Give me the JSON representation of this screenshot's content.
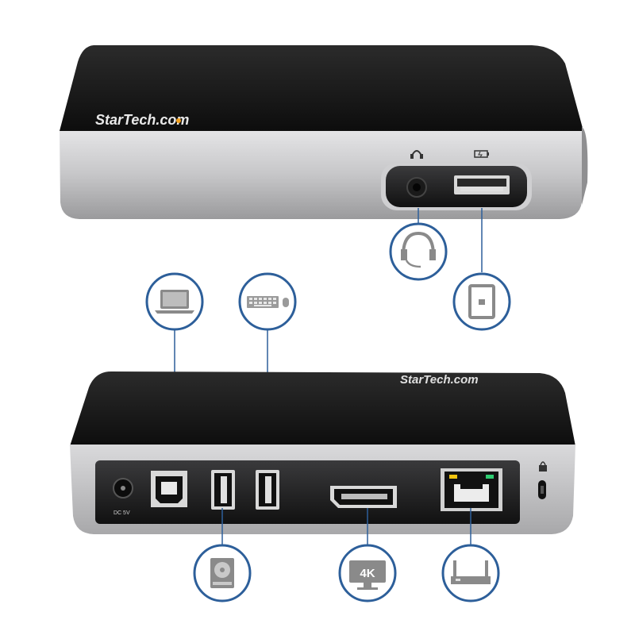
{
  "brand": {
    "logo_text": "StarTech.com"
  },
  "front_panel": {
    "audio_port_icon": "headset-icon",
    "usb_charge_port_icon": "battery-charge-icon"
  },
  "rear_panel": {
    "power_label_line1": "DC 5V",
    "lock_icon": "lock-icon"
  },
  "callouts": [
    {
      "icon": "headset-icon"
    },
    {
      "icon": "tablet-icon"
    },
    {
      "icon": "laptop-icon"
    },
    {
      "icon": "keyboard-mouse-icon"
    },
    {
      "icon": "hard-drive-icon"
    },
    {
      "icon": "monitor-4k-icon",
      "label": "4K"
    },
    {
      "icon": "network-router-icon"
    }
  ],
  "colors": {
    "device_top": "#1a1a1a",
    "device_silver": "#c9c9cb",
    "callout_ring": "#2d5f9a",
    "callout_fill": "#ffffff",
    "logo_accent": "#f4a11d"
  }
}
